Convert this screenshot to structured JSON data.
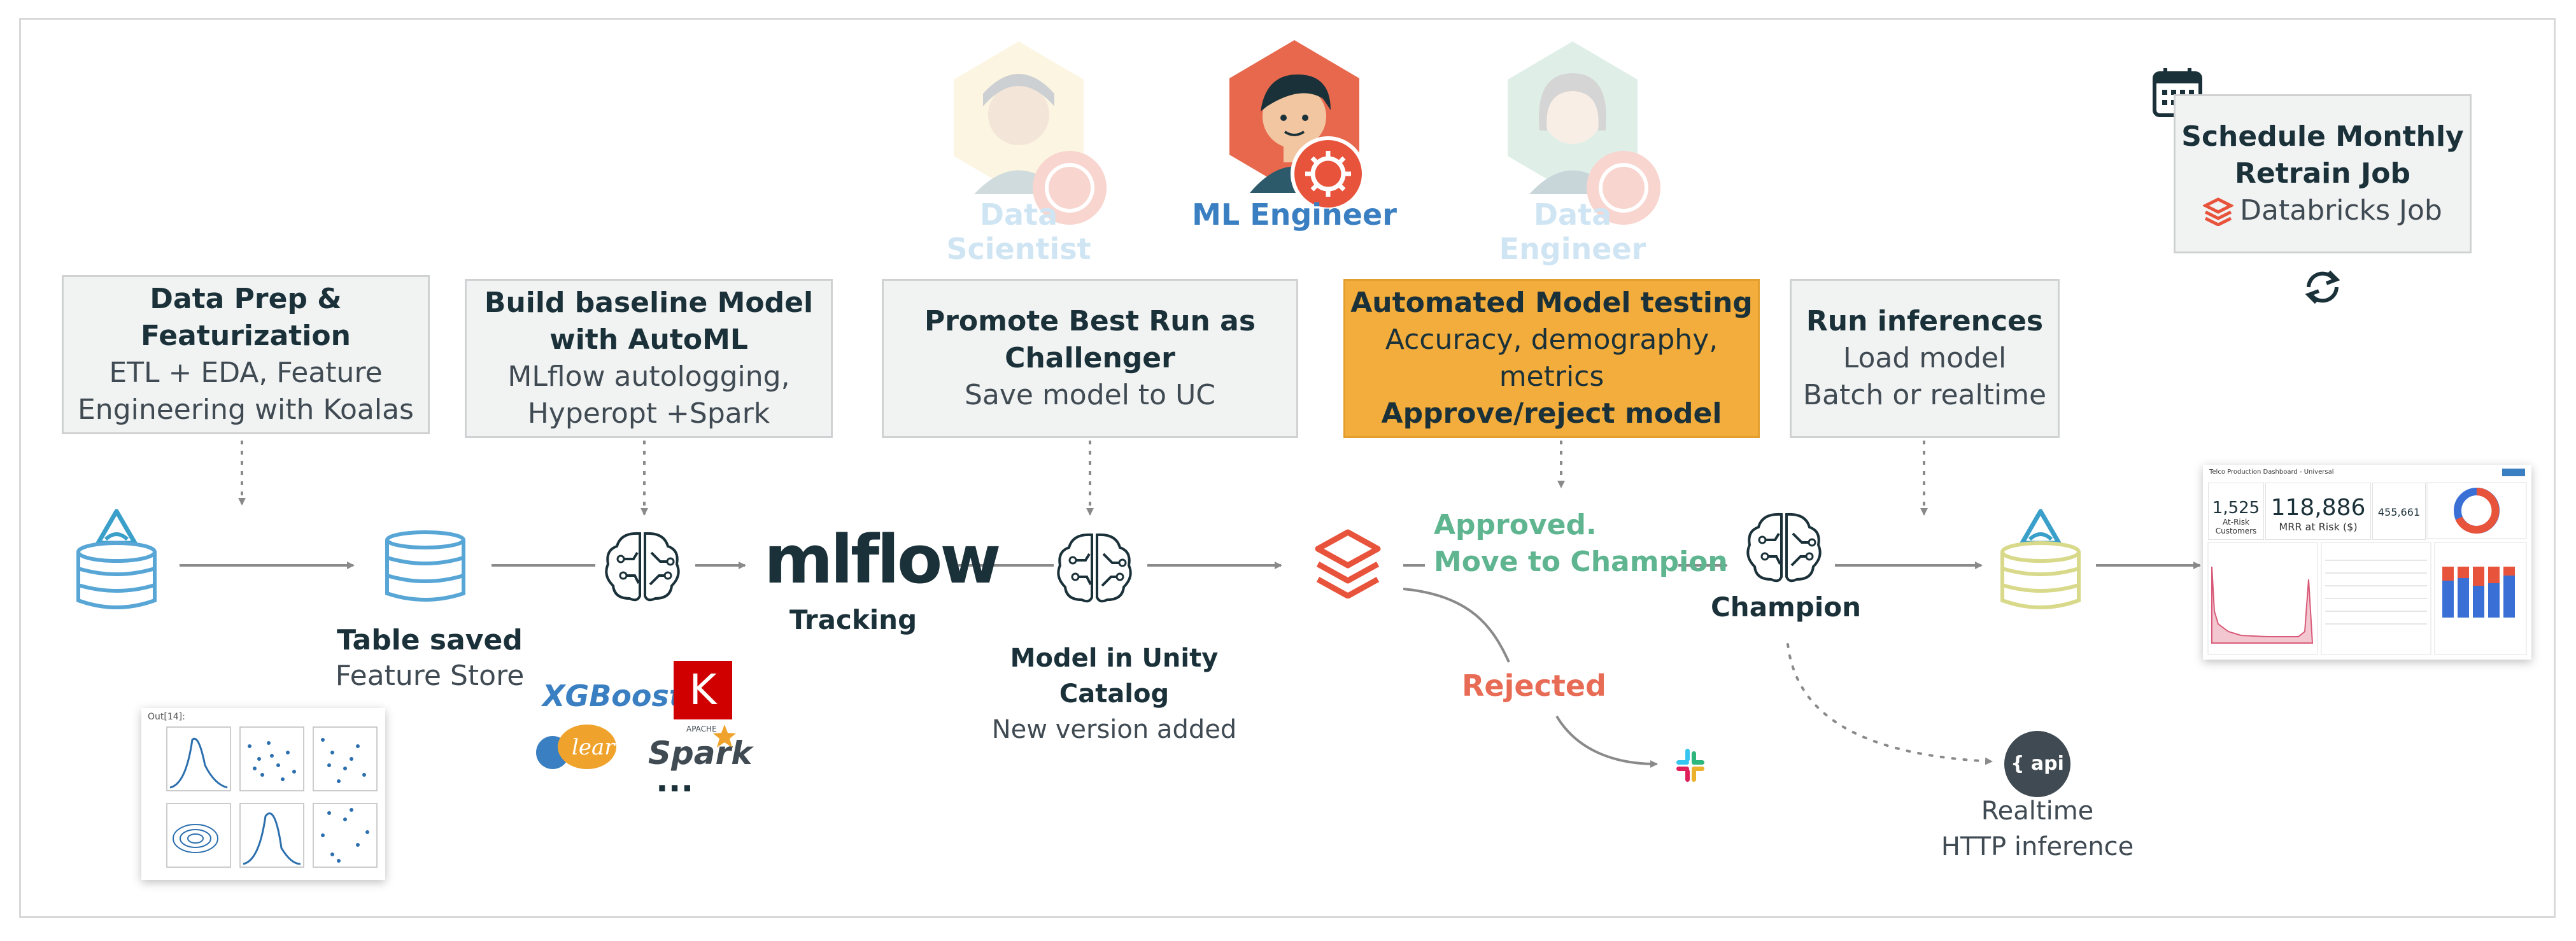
{
  "personas": [
    {
      "label": "Data Scientist",
      "active": false
    },
    {
      "label": "ML Engineer",
      "active": true
    },
    {
      "label": "Data Engineer",
      "active": false
    }
  ],
  "steps": [
    {
      "title": "Data Prep &",
      "title2": "Featurization",
      "line1": "ETL + EDA, Feature",
      "line2": "Engineering with Koalas"
    },
    {
      "title": "Build baseline Model",
      "title2": "with AutoML",
      "line1": "MLflow autologging,",
      "line2": "Hyperopt +Spark"
    },
    {
      "title": "Promote Best Run as",
      "title2": "Challenger",
      "line1": "Save model to UC"
    },
    {
      "title": "Automated Model testing",
      "line1": "Accuracy, demography,",
      "line2": "metrics",
      "line3": "Approve/reject model"
    },
    {
      "title": "Run inferences",
      "line1": "Load model",
      "line2": "Batch or realtime"
    }
  ],
  "schedule": {
    "title1": "Schedule Monthly",
    "title2": "Retrain Job",
    "sub": "Databricks Job"
  },
  "labels": {
    "table_saved": "Table saved",
    "feature_store": "Feature Store",
    "mlflow_logo": "mlflow",
    "tracking": "Tracking",
    "model_uc": "Model in Unity Catalog",
    "new_version": "New version added",
    "approved1": "Approved.",
    "approved2": "Move to Champion",
    "rejected": "Rejected",
    "champion": "Champion",
    "api": "{ api }",
    "realtime": "Realtime",
    "http": "HTTP inference"
  },
  "libs": {
    "xgboost": "XGBoost",
    "keras": "K",
    "sklearn": "learn",
    "spark": "Spark",
    "apache": "APACHE",
    "more": "..."
  },
  "plot": {
    "title": "Out[14]:"
  },
  "dashboard": {
    "title": "Telco Production Dashboard - Universal",
    "kpi1_value": "1,525",
    "kpi1_label1": "At-Risk",
    "kpi1_label2": "Customers",
    "kpi2_value": "118,886",
    "kpi2_label": "MRR at Risk ($)",
    "kpi3_value": "455,661"
  },
  "colors": {
    "navy": "#1b3139",
    "blue": "#3a7fc1",
    "light_blue": "#58a6d6",
    "orange": "#f3ad3c",
    "red": "#e8533c",
    "green": "#5fb58f",
    "grey_arrow": "#8a8a8a"
  },
  "icons": [
    "delta-table-icon",
    "database-icon",
    "brain-icon",
    "databricks-icon",
    "slack-icon",
    "calendar-icon",
    "refresh-icon",
    "api-icon"
  ]
}
